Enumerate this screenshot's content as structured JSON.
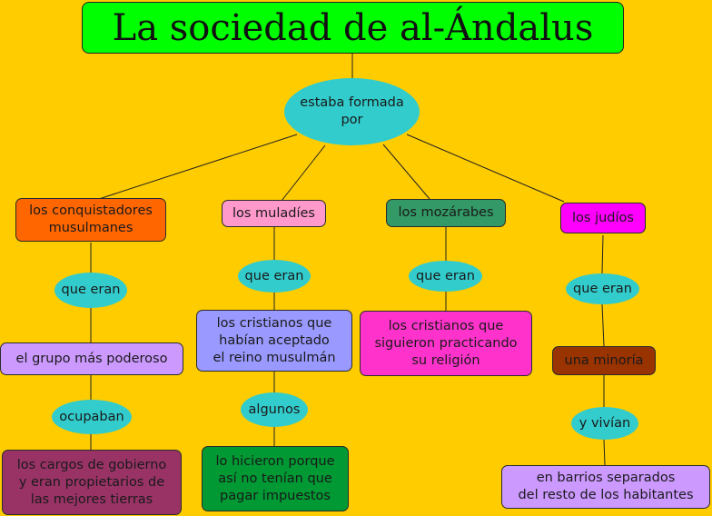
{
  "title": "La sociedad de al-Ándalus",
  "center": "estaba formada\npor",
  "columns": [
    {
      "group": "los conquistadores\nmusulmanes",
      "group_color": "#ff6600",
      "link1": "que eran",
      "desc": "el grupo más poderoso",
      "desc_color": "#cc99ff",
      "link2": "ocupaban",
      "detail": "los cargos de gobierno\ny eran propietarios de\nlas mejores tierras",
      "detail_color": "#993366"
    },
    {
      "group": "los muladíes",
      "group_color": "#ff99cc",
      "link1": "que eran",
      "desc": "los cristianos que\nhabían aceptado\nel reino  musulmán",
      "desc_color": "#9999ff",
      "link2": "algunos",
      "detail": "lo hicieron porque\nasí no tenían que\npagar impuestos",
      "detail_color": "#009933"
    },
    {
      "group": "los mozárabes",
      "group_color": "#339966",
      "link1": "que eran",
      "desc": "los cristianos que\nsiguieron practicando\nsu religión",
      "desc_color": "#ff33cc"
    },
    {
      "group": "los judíos",
      "group_color": "#ff00ff",
      "link1": "que eran",
      "desc": "una minoría",
      "desc_color": "#993300",
      "link2": "y vivían",
      "detail": "en barrios separados\ndel resto de los habitantes",
      "detail_color": "#cc99ff"
    }
  ],
  "colors": {
    "background": "#ffcc00",
    "title_bg": "#00ff00",
    "linking_phrase": "#33cccc"
  }
}
